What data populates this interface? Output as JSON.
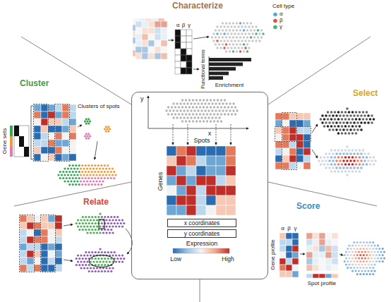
{
  "diagram": {
    "nodes": [
      {
        "text": [
          "y",
          "x",
          "Spots",
          "Genes",
          "Expression",
          "Low",
          "High"
        ]
      },
      {
        "text": [
          "x coordinates"
        ],
        "in": 0
      },
      {
        "text": [
          "y coordinates"
        ],
        "in": 0
      }
    ],
    "labels": [
      "Characterize",
      "Cell type",
      "α",
      "β",
      "γ",
      "Functional terms",
      "Enrichment",
      "Cluster",
      "Clusters of spots",
      "Gene sets",
      "Select",
      "Relate",
      "Score",
      "α",
      "β",
      "γ",
      "Gene profile",
      "Spot profile"
    ],
    "legend": [
      {
        "text": "α",
        "color": "#5aa9d6"
      },
      {
        "text": "β",
        "color": "#e0504a"
      },
      {
        "text": "γ",
        "color": "#4fae7a"
      }
    ]
  }
}
